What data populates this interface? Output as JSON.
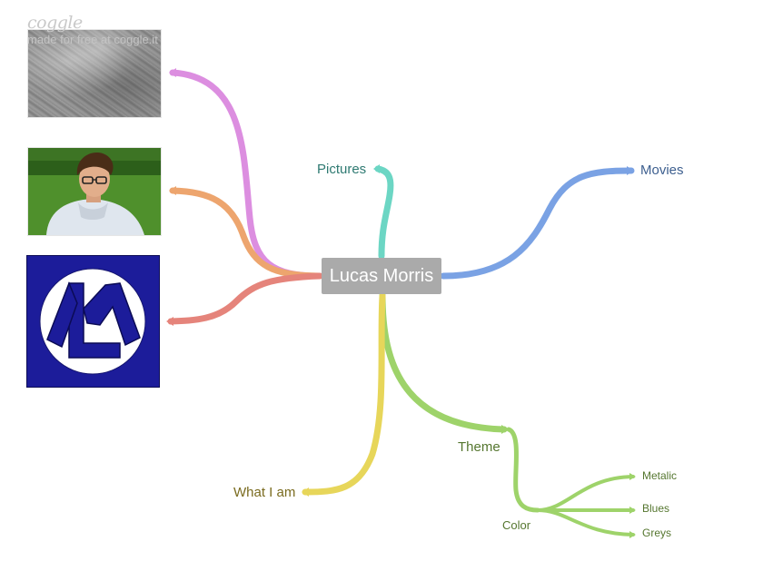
{
  "brand": {
    "logo": "coggle",
    "tagline": "made for free at coggle.it"
  },
  "central": {
    "label": "Lucas Morris",
    "color": "#aaaaaa"
  },
  "branches": [
    {
      "id": "pictures",
      "label": "Pictures",
      "color": "#6cd6c4",
      "text_color": "#2f7a72"
    },
    {
      "id": "movies",
      "label": "Movies",
      "color": "#7aa2e4",
      "text_color": "#3d5f8f"
    },
    {
      "id": "theme",
      "label": "Theme",
      "color": "#9ed36a",
      "text_color": "#55762f"
    },
    {
      "id": "color",
      "label": "Color",
      "color": "#9ed36a",
      "text_color": "#55762f"
    },
    {
      "id": "metalic",
      "label": "Metalic",
      "color": "#9ed36a",
      "text_color": "#55762f"
    },
    {
      "id": "blues",
      "label": "Blues",
      "color": "#9ed36a",
      "text_color": "#55762f"
    },
    {
      "id": "greys",
      "label": "Greys",
      "color": "#9ed36a",
      "text_color": "#55762f"
    },
    {
      "id": "what-i-am",
      "label": "What I am",
      "color": "#e7d65a",
      "text_color": "#7a6b1f"
    },
    {
      "id": "image-frost",
      "label": "",
      "color": "#dc8ee0"
    },
    {
      "id": "image-photo",
      "label": "",
      "color": "#eda56e"
    },
    {
      "id": "image-logo",
      "label": "",
      "color": "#e5847b"
    }
  ],
  "images": {
    "frost": "frosted-glass-texture",
    "photo": "portrait-photo",
    "logo": "LM-monogram-logo"
  }
}
